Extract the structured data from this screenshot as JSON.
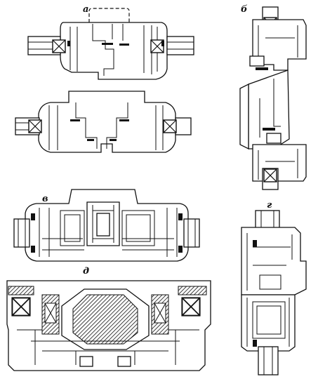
{
  "figure": {
    "labels": {
      "a": "а",
      "b": "б",
      "v": "в",
      "g": "г",
      "d": "д"
    }
  }
}
